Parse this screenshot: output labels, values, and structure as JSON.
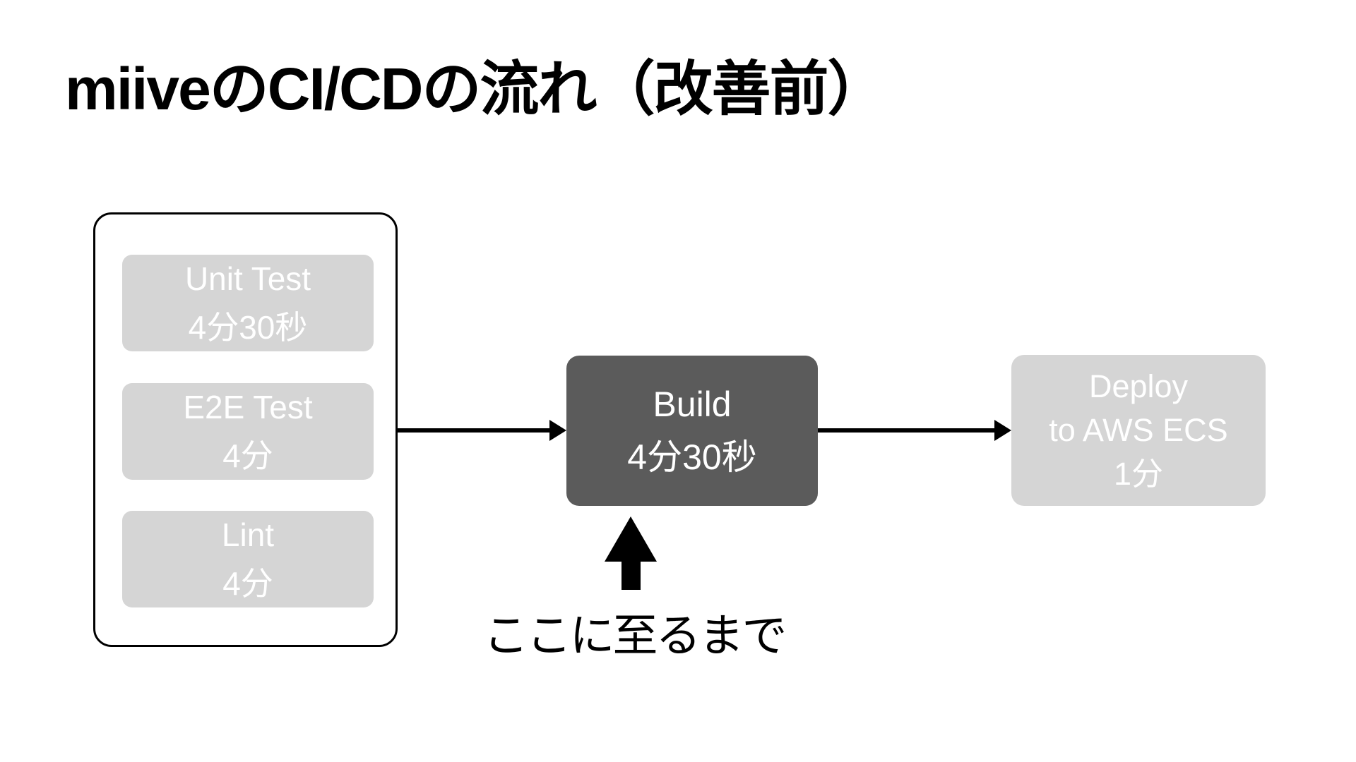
{
  "slide": {
    "title": "miiveのCI/CDの流れ（改善前）",
    "colors": {
      "background": "#ffffff",
      "light_box": "#d5d5d5",
      "dark_box": "#5b5b5b",
      "box_text": "#ffffff",
      "text": "#000000",
      "container_border": "#000000",
      "arrow": "#000000"
    },
    "parallel_group": {
      "steps": [
        {
          "name": "Unit Test",
          "duration": "4分30秒"
        },
        {
          "name": "E2E Test",
          "duration": "4分"
        },
        {
          "name": "Lint",
          "duration": "4分"
        }
      ]
    },
    "build": {
      "name": "Build",
      "duration": "4分30秒"
    },
    "deploy": {
      "lines": [
        "Deploy",
        "to AWS ECS",
        "1分"
      ]
    },
    "annotation": "ここに至るまで"
  }
}
